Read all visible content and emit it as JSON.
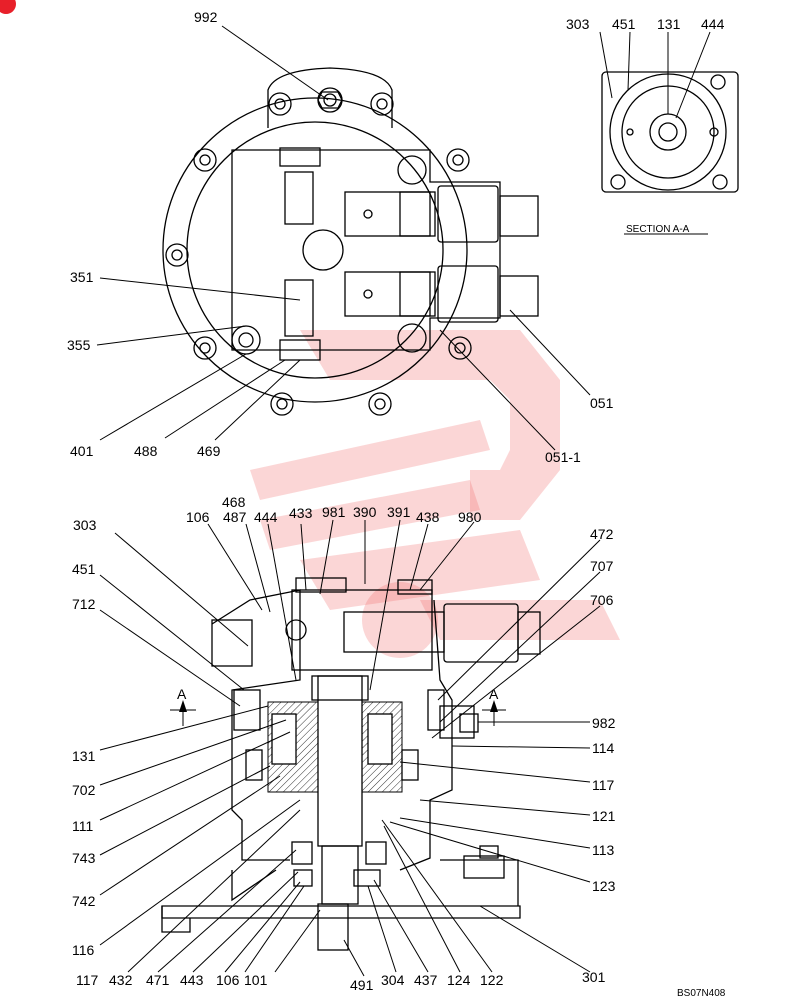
{
  "labels": {
    "l992": "992",
    "l351": "351",
    "l355": "355",
    "l401": "401",
    "l488": "488",
    "l469": "469",
    "l051": "051",
    "l051_1": "051-1",
    "s303": "303",
    "s451": "451",
    "s131": "131",
    "s444": "444",
    "section": "SECTION   A-A",
    "b468": "468",
    "b106": "106",
    "b487": "487",
    "b444": "444",
    "b433": "433",
    "b981": "981",
    "b390": "390",
    "b391": "391",
    "b438": "438",
    "b980": "980",
    "b472": "472",
    "b707": "707",
    "b706": "706",
    "b303": "303",
    "b451": "451",
    "b712": "712",
    "b131": "131",
    "b702": "702",
    "b111": "111",
    "b743": "743",
    "b742": "742",
    "b116": "116",
    "b982": "982",
    "b114": "114",
    "b117r": "117",
    "b121": "121",
    "b113": "113",
    "b123": "123",
    "b301": "301",
    "b117": "117",
    "b432": "432",
    "b471": "471",
    "b443": "443",
    "b106b": "106",
    "b101": "101",
    "b491": "491",
    "b304": "304",
    "b437": "437",
    "b124": "124",
    "b122": "122",
    "arrowA1": "A",
    "arrowA2": "A",
    "code": "BS07N408"
  },
  "colors": {
    "line": "#000000",
    "watermark": "#f06a6a",
    "corner_badge": "#e8202a"
  }
}
